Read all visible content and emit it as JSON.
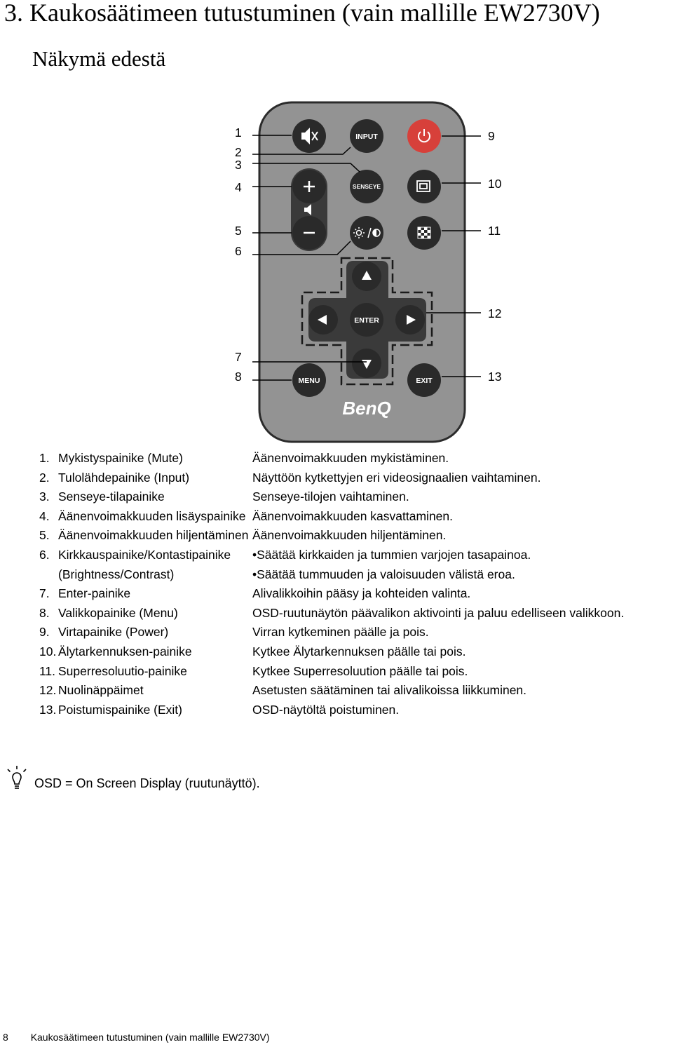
{
  "heading": {
    "title": "3. Kaukosäätimeen tutustuminen (vain mallille EW2730V)",
    "subtitle": "Näkymä edestä"
  },
  "remote": {
    "body_color": "#939393",
    "frame_color": "#3a3a3a",
    "button_color": "#2a2a2a",
    "power_color": "#d7403a",
    "logo": "BenQ",
    "buttons": {
      "input": "INPUT",
      "senseye": "SENSEYE",
      "enter": "ENTER",
      "menu": "MENU",
      "exit": "EXIT"
    },
    "icons": [
      "mute-icon",
      "power-icon",
      "plus-icon",
      "speaker-icon",
      "minus-icon",
      "brightness-contrast-icon",
      "smart-focus-icon",
      "super-resolution-icon",
      "arrow-up-icon",
      "arrow-left-icon",
      "arrow-right-icon",
      "arrow-down-icon"
    ],
    "callouts_left": [
      "1",
      "2",
      "3",
      "4",
      "5",
      "6",
      "7",
      "8"
    ],
    "callouts_right": [
      "9",
      "10",
      "11",
      "12",
      "13"
    ]
  },
  "items": [
    {
      "num": "1.",
      "name": "Mykistyspainike (Mute)",
      "desc": [
        "Äänenvoimakkuuden mykistäminen."
      ]
    },
    {
      "num": "2.",
      "name": "Tulolähdepainike (Input)",
      "desc": [
        "Näyttöön kytkettyjen eri videosignaalien vaihtaminen."
      ]
    },
    {
      "num": "3.",
      "name": "Senseye-tilapainike",
      "desc": [
        "Senseye-tilojen vaihtaminen."
      ]
    },
    {
      "num": "4.",
      "name": "Äänenvoimakkuuden lisäyspainike",
      "desc": [
        "Äänenvoimakkuuden kasvattaminen."
      ]
    },
    {
      "num": "5.",
      "name": "Äänenvoimakkuuden hiljentäminen",
      "desc": [
        "Äänenvoimakkuuden hiljentäminen."
      ]
    },
    {
      "num": "6.",
      "name": "Kirkkauspainike/Kontastipainike (Brightness/Contrast)",
      "desc": [
        "•Säätää kirkkaiden ja tummien varjojen tasapainoa.",
        "•Säätää tummuuden ja valoisuuden välistä eroa."
      ]
    },
    {
      "num": "7.",
      "name": "Enter-painike",
      "desc": [
        "Alivalikkoihin pääsy ja kohteiden valinta."
      ]
    },
    {
      "num": "8.",
      "name": "Valikkopainike (Menu)",
      "desc": [
        "OSD-ruutunäytön päävalikon aktivointi ja paluu edelliseen valikkoon."
      ]
    },
    {
      "num": "9.",
      "name": "Virtapainike (Power)",
      "desc": [
        "Virran kytkeminen päälle ja pois."
      ]
    },
    {
      "num": "10.",
      "name": "Älytarkennuksen-painike",
      "desc": [
        "Kytkee Älytarkennuksen päälle tai pois."
      ]
    },
    {
      "num": "11.",
      "name": "Superresoluutio-painike",
      "desc": [
        "Kytkee Superresoluution päälle tai pois."
      ]
    },
    {
      "num": "12.",
      "name": "Nuolinäppäimet",
      "desc": [
        "Asetusten säätäminen tai alivalikoissa liikkuminen."
      ]
    },
    {
      "num": "13.",
      "name": "Poistumispainike (Exit)",
      "desc": [
        "OSD-näytöltä poistuminen."
      ]
    }
  ],
  "tip": {
    "icon": "lightbulb-icon",
    "text": "OSD = On Screen Display (ruutunäyttö)."
  },
  "footer": {
    "page": "8",
    "text": "Kaukosäätimeen tutustuminen (vain mallille EW2730V)"
  }
}
